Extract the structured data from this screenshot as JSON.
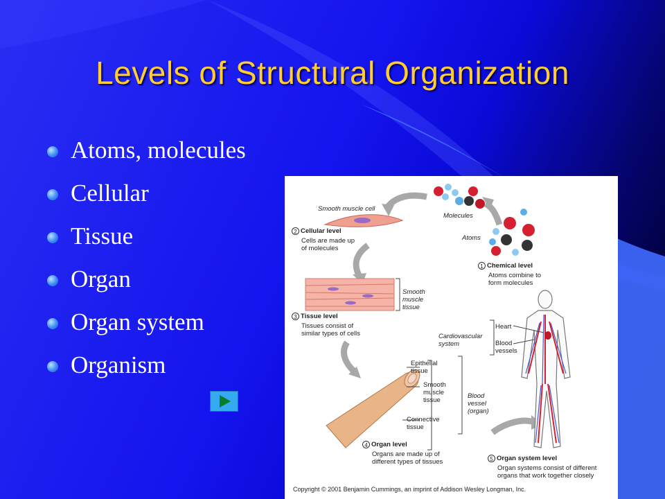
{
  "slide": {
    "title": "Levels of Structural Organization",
    "bullets": [
      "Atoms, molecules",
      "Cellular",
      "Tissue",
      "Organ",
      "Organ system",
      "Organism"
    ],
    "colors": {
      "title": "#ffcc33",
      "bullet_text": "#ffffff",
      "background": "#1414ee"
    },
    "nav_button_icon": "play-triangle-icon"
  },
  "figure": {
    "smooth_muscle_cell": "Smooth muscle cell",
    "molecules": "Molecules",
    "atoms": "Atoms",
    "cellular_num": "2",
    "cellular_title": "Cellular level",
    "cellular_desc1": "Cells are made up",
    "cellular_desc2": "of molecules",
    "chemical_num": "1",
    "chemical_title": "Chemical level",
    "chemical_desc1": "Atoms combine to",
    "chemical_desc2": "form molecules",
    "smooth_muscle_tissue1": "Smooth",
    "smooth_muscle_tissue2": "muscle",
    "smooth_muscle_tissue3": "tissue",
    "tissue_num": "3",
    "tissue_title": "Tissue level",
    "tissue_desc1": "Tissues consist of",
    "tissue_desc2": "similar types of cells",
    "heart": "Heart",
    "cardio1": "Cardiovascular",
    "cardio2": "system",
    "blood_vessels1": "Blood",
    "blood_vessels2": "vessels",
    "epithelial1": "Epithelial",
    "epithelial2": "tissue",
    "smooth_muscle1": "Smooth",
    "smooth_muscle2": "muscle",
    "smooth_muscle3": "tissue",
    "blood_vessel1": "Blood",
    "blood_vessel2": "vessel",
    "blood_vessel3": "(organ)",
    "connective1": "Connective",
    "connective2": "tissue",
    "organ_num": "4",
    "organ_title": "Organ level",
    "organ_desc1": "Organs are made up of",
    "organ_desc2": "different types of tissues",
    "system_num": "5",
    "system_title": "Organ system level",
    "system_desc1": "Organ systems consist of different",
    "system_desc2": "organs that work together closely",
    "copyright": "Copyright © 2001 Benjamin Cummings, an imprint of Addison Wesley Longman, Inc."
  }
}
